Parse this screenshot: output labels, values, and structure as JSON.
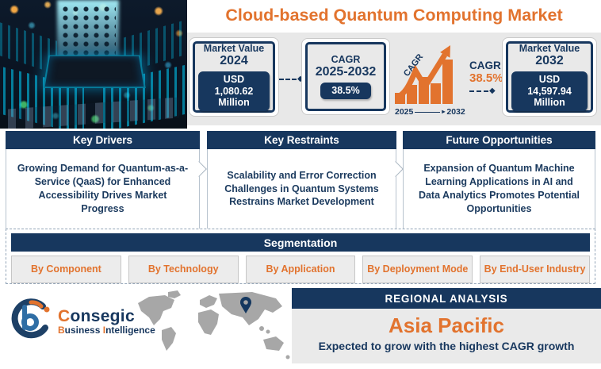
{
  "colors": {
    "navy": "#17375e",
    "orange": "#e2732e",
    "band_gray": "#e8e8e8",
    "panel_gray": "#eaeaea",
    "map_gray": "#a7a7a7"
  },
  "header": {
    "title": "Cloud-based Quantum Computing Market"
  },
  "metrics": {
    "mv2024": {
      "label": "Market Value",
      "year": "2024",
      "value": "USD 1,080.62 Million"
    },
    "cagr": {
      "label": "CAGR",
      "years": "2025-2032",
      "value": "38.5%"
    },
    "chart": {
      "arrow_label": "CAGR",
      "cagr_label": "CAGR",
      "cagr_value": "38.5%",
      "start_year": "2025",
      "end_year": "2032"
    },
    "mv2032": {
      "label": "Market Value",
      "year": "2032",
      "value": "USD 14,597.94 Million"
    }
  },
  "panels": [
    {
      "title": "Key Drivers",
      "body": "Growing Demand for Quantum-as-a-Service (QaaS) for Enhanced Accessibility Drives Market Progress"
    },
    {
      "title": "Key Restraints",
      "body": "Scalability and Error Correction Challenges in Quantum Systems Restrains Market Development"
    },
    {
      "title": "Future Opportunities",
      "body": "Expansion of Quantum Machine Learning Applications in AI and Data Analytics Promotes Potential Opportunities"
    }
  ],
  "segmentation": {
    "title": "Segmentation",
    "items": [
      {
        "label": "By Component"
      },
      {
        "label": "By Technology"
      },
      {
        "label": "By Application"
      },
      {
        "label": "By Deployment Mode"
      },
      {
        "label": "By End-User Industry"
      }
    ]
  },
  "regional": {
    "title": "REGIONAL ANALYSIS",
    "region": "Asia Pacific",
    "subtitle": "Expected to grow with the highest CAGR growth"
  },
  "logo": {
    "text_c": "C",
    "text_rest": "onsegic",
    "sub_b": "B",
    "sub_b_rest": "usiness",
    "sub_i": "I",
    "sub_i_rest": "ntelligence"
  },
  "icons": {
    "diamond": "◆",
    "tri_right": "▸"
  }
}
